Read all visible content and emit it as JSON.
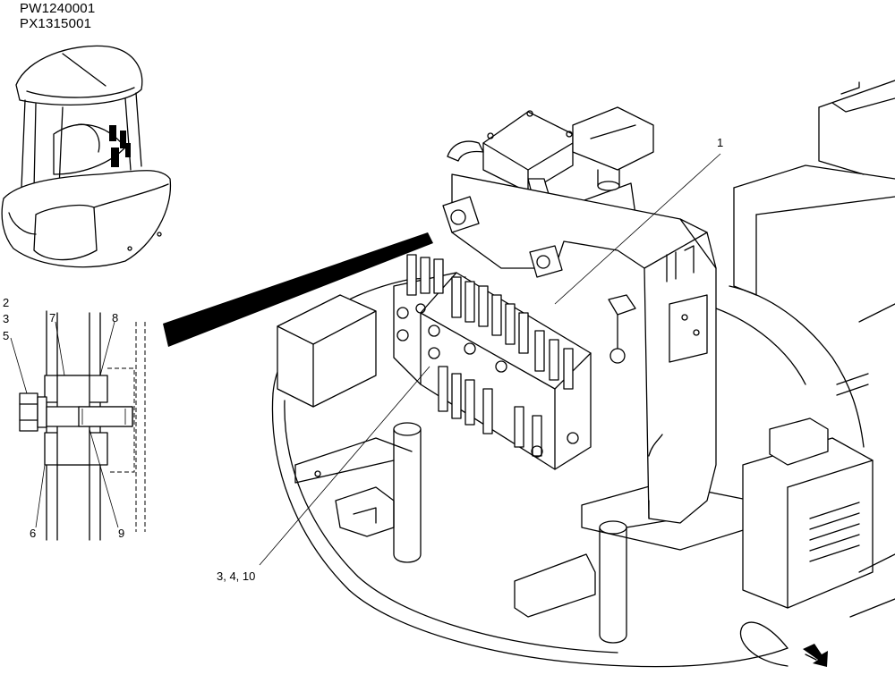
{
  "figure_codes": [
    "PW1240001",
    "PX1315001"
  ],
  "callouts": {
    "c1": "1",
    "c2": "2",
    "c3": "3",
    "c5": "5",
    "c7": "7",
    "c8": "8",
    "c6": "6",
    "c9": "9",
    "c3410": "3, 4, 10"
  },
  "icons": {
    "direction": "front-direction-arrow-icon"
  }
}
